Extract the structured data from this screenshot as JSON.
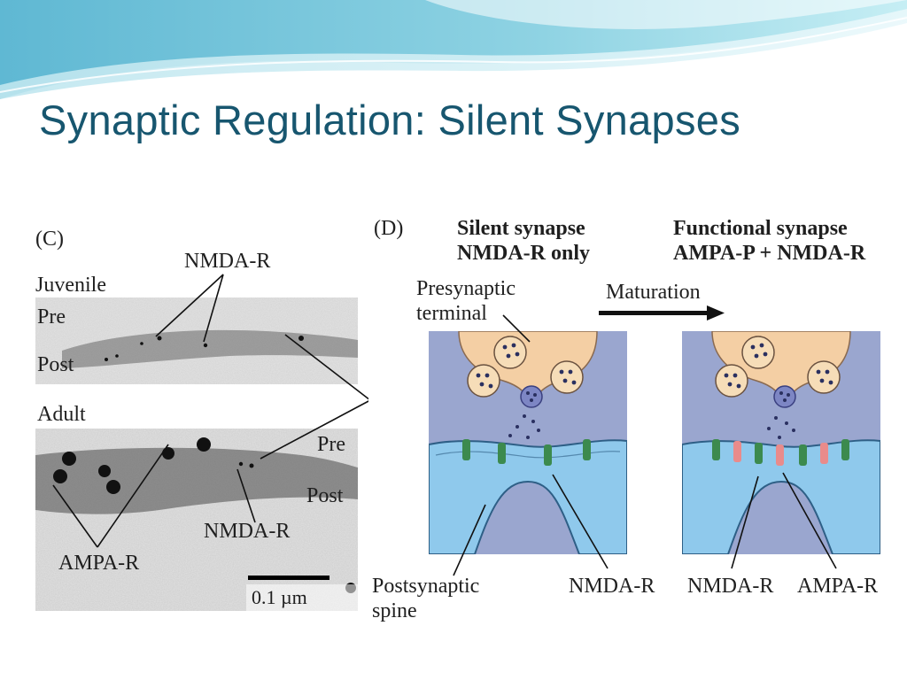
{
  "slide": {
    "title": "Synaptic Regulation: Silent Synapses"
  },
  "panel_c": {
    "tag": "(C)",
    "juvenile_label": "Juvenile",
    "adult_label": "Adult",
    "pre_label": "Pre",
    "post_label": "Post",
    "pre_label_adult": "Pre",
    "post_label_adult": "Post",
    "nmda_label_top": "NMDA-R",
    "nmda_label_adult": "NMDA-R",
    "ampa_label": "AMPA-R",
    "scale_bar": "0.1 µm"
  },
  "panel_d": {
    "tag": "(D)",
    "silent_title_1": "Silent synapse",
    "silent_title_2": "NMDA-R only",
    "functional_title_1": "Functional synapse",
    "functional_title_2": "AMPA-P + NMDA-R",
    "presynaptic_1": "Presynaptic",
    "presynaptic_2": "terminal",
    "maturation": "Maturation",
    "postsynaptic_1": "Postsynaptic",
    "postsynaptic_2": "spine",
    "nmda_silent": "NMDA-R",
    "nmda_functional": "NMDA-R",
    "ampa_functional": "AMPA-R"
  },
  "colors": {
    "title": "#17566f",
    "presynaptic_fill": "#f4cfa4",
    "spine_fill": "#8fc9ec",
    "background_fill": "#9aa6cf",
    "nmda_receptor": "#3c8a4e",
    "ampa_receptor": "#e98b8b"
  }
}
